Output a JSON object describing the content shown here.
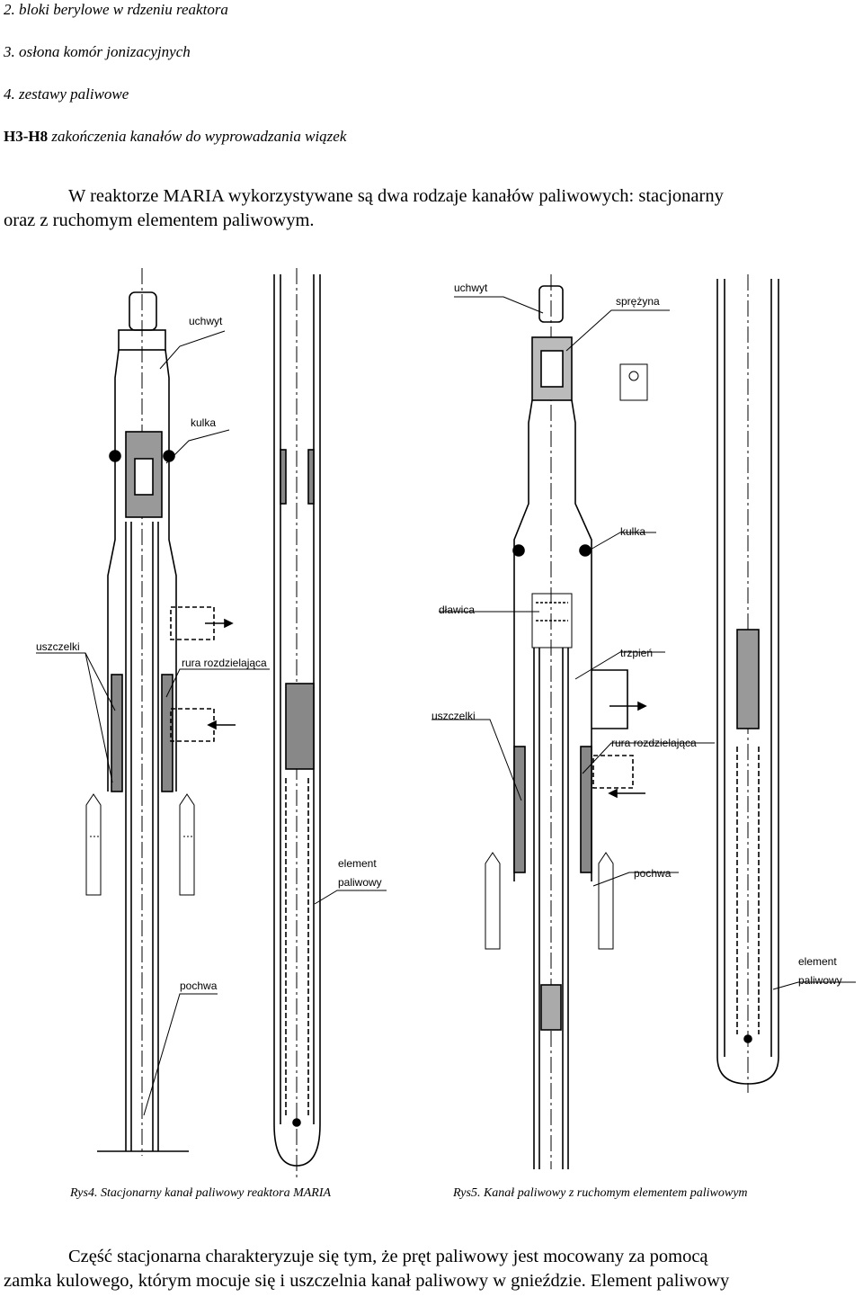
{
  "legend": [
    {
      "text": "2. bloki berylowe w rdzeniu reaktora"
    },
    {
      "text": "3. osłona komór jonizacyjnych"
    },
    {
      "text": "4. zestawy paliwowe"
    },
    {
      "code": "H3-H8",
      "text": " zakończenia kanałów do wyprowadzania wiązek"
    }
  ],
  "intro": {
    "line1": "W reaktorze MARIA wykorzystywane są dwa rodzaje kanałów paliwowych: stacjonarny",
    "line2": "oraz z ruchomym elementem paliwowym."
  },
  "figure4": {
    "caption": "Rys4. Stacjonarny kanał paliwowy reaktora MARIA",
    "labels": {
      "uchwyt": "uchwyt",
      "kulka": "kulka",
      "uszczelki": "uszczelki",
      "rura": "rura rozdzielająca",
      "element1": "element",
      "element2": "paliwowy",
      "pochwa": "pochwa"
    }
  },
  "figure5": {
    "caption": "Rys5. Kanał paliwowy z ruchomym elementem paliwowym",
    "labels": {
      "uchwyt": "uchwyt",
      "sprezyna": "sprężyna",
      "kulka": "kulka",
      "dlawica": "dławica",
      "trzpien": "trzpień",
      "uszczelki": "uszczelki",
      "rura": "rura rozdzielająca",
      "pochwa": "pochwa",
      "element1": "element",
      "element2": "paliwowy"
    }
  },
  "closing": {
    "line1": "Część stacjonarna charakteryzuje się tym, że pręt paliwowy jest mocowany za pomocą",
    "line2": "zamka kulowego, którym mocuje się i uszczelnia kanał paliwowy w gnieździe. Element paliwowy"
  }
}
